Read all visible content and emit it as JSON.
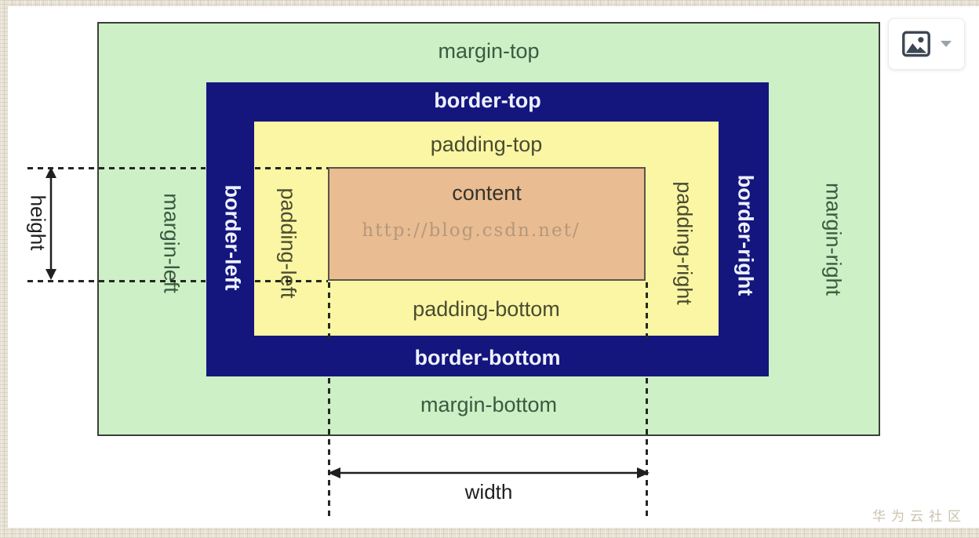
{
  "diagram": {
    "margin": {
      "top": "margin-top",
      "bottom": "margin-bottom",
      "left": "margin-left",
      "right": "margin-right"
    },
    "border": {
      "top": "border-top",
      "bottom": "border-bottom",
      "left": "border-left",
      "right": "border-right"
    },
    "padding": {
      "top": "padding-top",
      "bottom": "padding-bottom",
      "left": "padding-left",
      "right": "padding-right"
    },
    "content": {
      "label": "content",
      "watermark": "http://blog.csdn.net/"
    },
    "dimensions": {
      "height": "height",
      "width": "width"
    },
    "colors": {
      "margin_bg": "#cdf0c6",
      "border_bg": "#15157e",
      "padding_bg": "#faf6a4",
      "content_bg": "#e9bc92",
      "margin_text": "#3c5a40",
      "border_text": "#edf1fd",
      "padding_text": "#4a4c30"
    }
  },
  "image_toolbar": {
    "image_button_icon": "image-icon",
    "dropdown_icon": "caret-down-icon"
  },
  "footer": {
    "community_watermark": "华为云社区"
  }
}
